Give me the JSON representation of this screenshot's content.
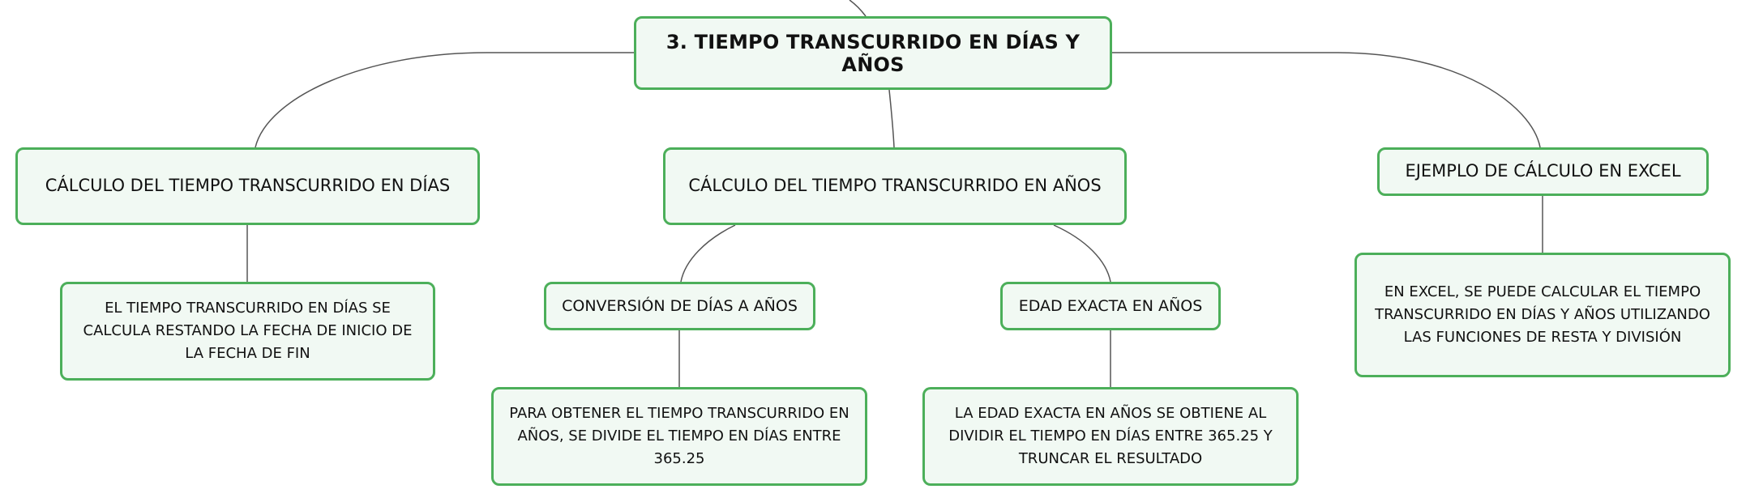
{
  "colors": {
    "node_fill": "#f1f9f3",
    "node_border": "#4caf5a",
    "connector": "#555555",
    "text": "#111111"
  },
  "root": {
    "label": "3. TIEMPO TRANSCURRIDO EN DÍAS Y AÑOS"
  },
  "branches": {
    "days": {
      "label": "CÁLCULO DEL TIEMPO TRANSCURRIDO EN DÍAS",
      "detail": "EL TIEMPO TRANSCURRIDO EN DÍAS SE CALCULA RESTANDO LA FECHA DE INICIO DE LA FECHA DE FIN"
    },
    "years": {
      "label": "CÁLCULO DEL TIEMPO TRANSCURRIDO EN AÑOS",
      "conversion": {
        "label": "CONVERSIÓN DE DÍAS A AÑOS",
        "detail": "PARA OBTENER EL TIEMPO TRANSCURRIDO EN AÑOS, SE DIVIDE EL TIEMPO EN DÍAS ENTRE 365.25"
      },
      "exact_age": {
        "label": "EDAD EXACTA EN AÑOS",
        "detail": "LA EDAD EXACTA EN AÑOS SE OBTIENE AL DIVIDIR EL TIEMPO EN DÍAS ENTRE 365.25 Y TRUNCAR EL RESULTADO"
      }
    },
    "excel": {
      "label": "EJEMPLO DE CÁLCULO EN EXCEL",
      "detail": "EN EXCEL, SE PUEDE CALCULAR EL TIEMPO TRANSCURRIDO EN DÍAS Y AÑOS UTILIZANDO LAS FUNCIONES DE RESTA Y DIVISIÓN"
    }
  }
}
